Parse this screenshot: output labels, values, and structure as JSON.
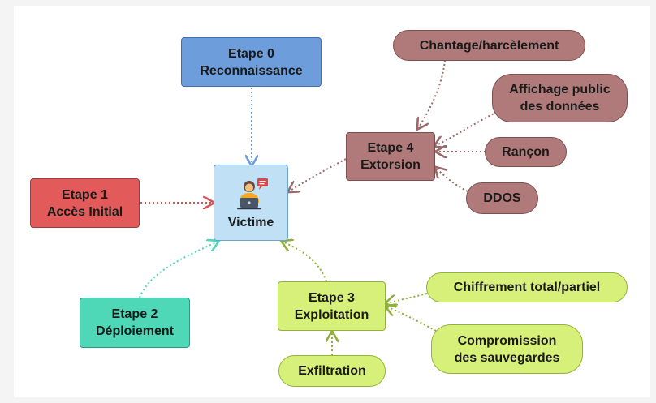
{
  "nodes": {
    "step0": {
      "line1": "Etape 0",
      "line2": "Reconnaissance"
    },
    "step1": {
      "line1": "Etape 1",
      "line2": "Accès Initial"
    },
    "step2": {
      "line1": "Etape 2",
      "line2": "Déploiement"
    },
    "step3": {
      "line1": "Etape 3",
      "line2": "Exploitation"
    },
    "step4": {
      "line1": "Etape 4",
      "line2": "Extorsion"
    },
    "victim": {
      "label": "Victime"
    },
    "chantage": {
      "label": "Chantage/harcèlement"
    },
    "affichage": {
      "line1": "Affichage public",
      "line2": "des données"
    },
    "rancon": {
      "label": "Rançon"
    },
    "ddos": {
      "label": "DDOS"
    },
    "chiffrement": {
      "label": "Chiffrement total/partiel"
    },
    "compromission": {
      "line1": "Compromission",
      "line2": "des sauvegardes"
    },
    "exfiltration": {
      "label": "Exfiltration"
    }
  },
  "colors": {
    "blue": "#6d9edb",
    "red": "#e25a5a",
    "teal": "#4fd8b8",
    "green": "#d7f07a",
    "brown": "#b07a7a",
    "victim": "#bfe0f5"
  },
  "victim_icon": "person-at-laptop-with-alert-icon"
}
